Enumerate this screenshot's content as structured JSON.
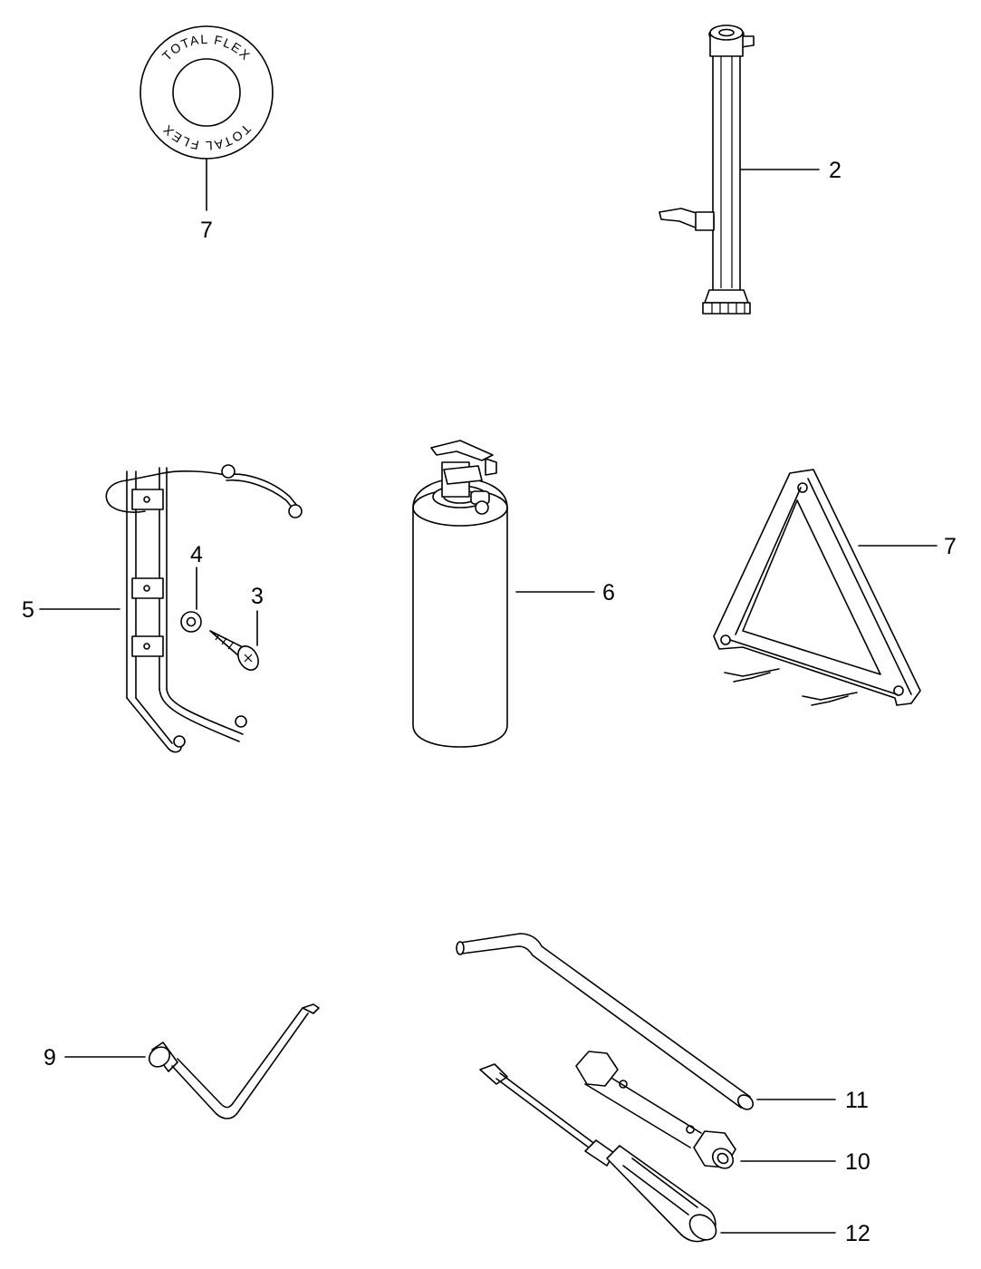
{
  "callouts": {
    "sticker": "7",
    "jack": "2",
    "screw": "3",
    "washer": "4",
    "bracket": "5",
    "extinguisher": "6",
    "triangle": "7",
    "crank": "9",
    "box_wrench": "10",
    "tommy_bar": "11",
    "screwdriver": "12"
  },
  "sticker": {
    "text_top": "TOTAL FLEX",
    "text_bottom": "TOTAL FLEX"
  }
}
